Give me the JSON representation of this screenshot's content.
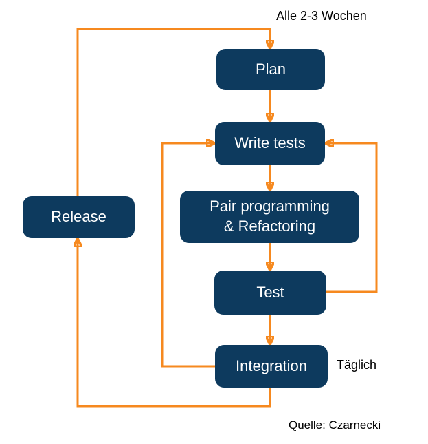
{
  "diagram": {
    "nodes": {
      "plan": {
        "label": "Plan"
      },
      "write_tests": {
        "label": "Write tests"
      },
      "pair_programming": {
        "label": "Pair programming & Refactoring",
        "lines": [
          "Pair programming",
          "& Refactoring"
        ]
      },
      "test": {
        "label": "Test"
      },
      "integration": {
        "label": "Integration"
      },
      "release": {
        "label": "Release"
      }
    },
    "labels": {
      "cycle_note": "Alle 2-3 Wochen",
      "daily_note": "Täglich",
      "source_note": "Quelle: Czarnecki"
    },
    "edges": [
      {
        "from": "release",
        "to": "plan"
      },
      {
        "from": "plan",
        "to": "write_tests"
      },
      {
        "from": "write_tests",
        "to": "pair_programming"
      },
      {
        "from": "pair_programming",
        "to": "test"
      },
      {
        "from": "test",
        "to": "integration"
      },
      {
        "from": "integration",
        "to": "release"
      },
      {
        "from": "integration",
        "to": "write_tests"
      },
      {
        "from": "test",
        "to": "write_tests"
      }
    ],
    "colors": {
      "node_fill": "#0D3A5E",
      "node_text": "#FFFFFF",
      "arrow": "#F6891F",
      "label_text": "#000000",
      "background": "#FFFFFF"
    }
  }
}
